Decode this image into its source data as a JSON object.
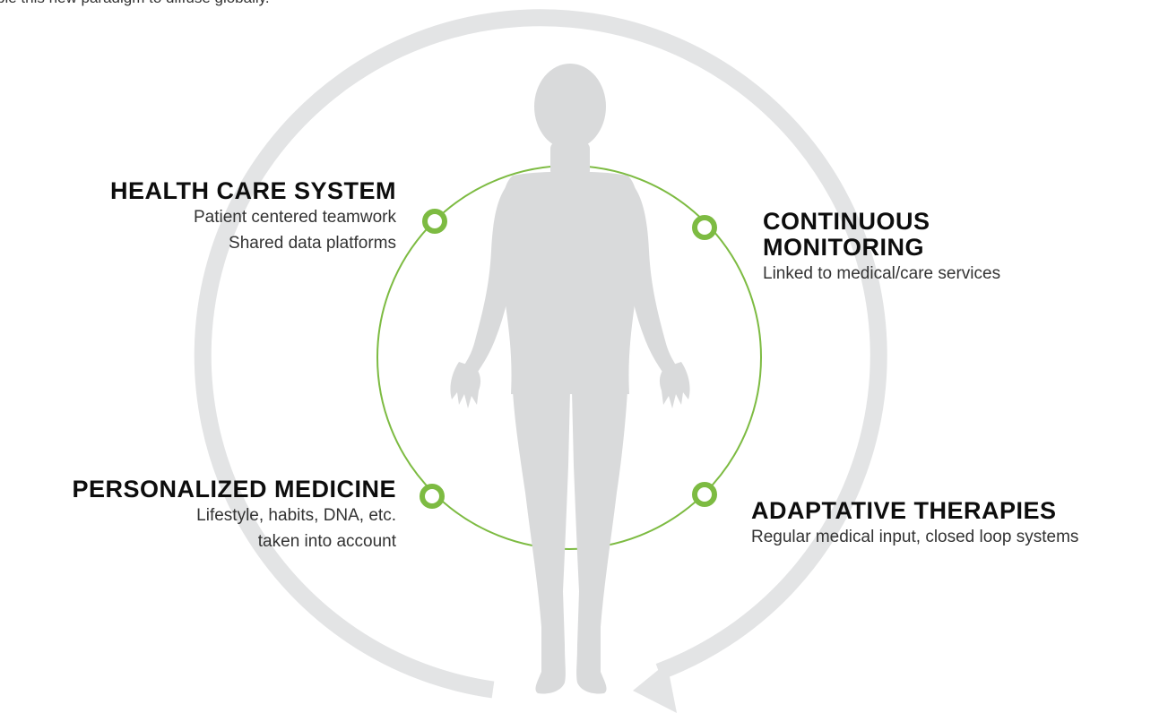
{
  "intro": {
    "text": "ble this new paradigm to diffuse globally."
  },
  "colors": {
    "outer_ring": "#e3e4e5",
    "inner_ring": "#7dbb42",
    "node": "#7dbb42",
    "silhouette": "#d9dadb",
    "heading": "#0d0d0d",
    "body_text": "#333333"
  },
  "icons": {
    "cycle_arrow": "arrow-cycle-icon",
    "figure": "human-silhouette-icon",
    "node": "ring-node-icon"
  },
  "items": {
    "health": {
      "title": "HEALTH CARE SYSTEM",
      "line1": "Patient centered teamwork",
      "line2": "Shared data platforms"
    },
    "monitor": {
      "title_line1": "CONTINUOUS",
      "title_line2": "MONITORING",
      "line1": "Linked to medical/care services"
    },
    "personal": {
      "title": "PERSONALIZED MEDICINE",
      "line1": "Lifestyle, habits, DNA, etc.",
      "line2": "taken into account"
    },
    "adaptive": {
      "title": "ADAPTATIVE THERAPIES",
      "line1": "Regular medical input, closed loop systems"
    }
  }
}
